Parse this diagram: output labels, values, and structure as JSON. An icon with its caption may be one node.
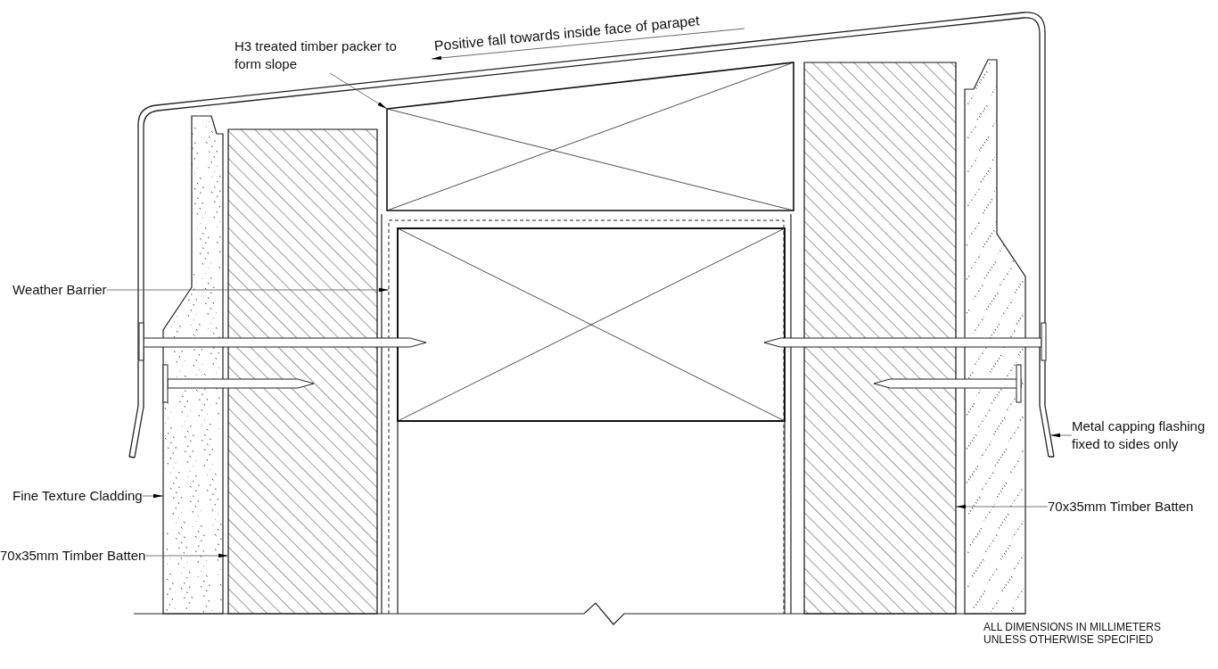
{
  "diagram": {
    "nodes": [
      {
        "text": [
          "H3 treated timber packer to form slope"
        ]
      },
      {
        "text": [
          "Weather Barrier"
        ]
      },
      {
        "text": [
          "Fine Texture Cladding"
        ]
      },
      {
        "text": [
          "70x35mm Timber Batten"
        ]
      },
      {
        "text": [
          "Metal capping flashing fixed to sides only"
        ]
      },
      {
        "text": [
          "70x35mm Timber Batten"
        ]
      },
      {
        "text": [],
        "shape": "box"
      },
      {
        "text": [],
        "shape": "box"
      },
      {
        "text": [],
        "shape": "box"
      },
      {
        "text": [],
        "shape": "line"
      },
      {
        "text": [],
        "shape": "box"
      },
      {
        "text": [],
        "shape": "box"
      }
    ],
    "edges": [
      {
        "from": 0,
        "to": 8,
        "arrow": "to"
      },
      {
        "from": 1,
        "to": 9,
        "arrow": "to"
      },
      {
        "from": 2,
        "to": 6,
        "arrow": "to"
      },
      {
        "from": 3,
        "to": 7,
        "arrow": "to"
      },
      {
        "from": 4,
        "to": null,
        "arrow": "to"
      },
      {
        "from": 5,
        "to": 10,
        "arrow": "to"
      }
    ],
    "labels": [
      "Positive fall towards inside face of parapet",
      "ALL DIMENSIONS IN MILLIMETERS UNLESS OTHERWISE SPECIFIED"
    ]
  }
}
